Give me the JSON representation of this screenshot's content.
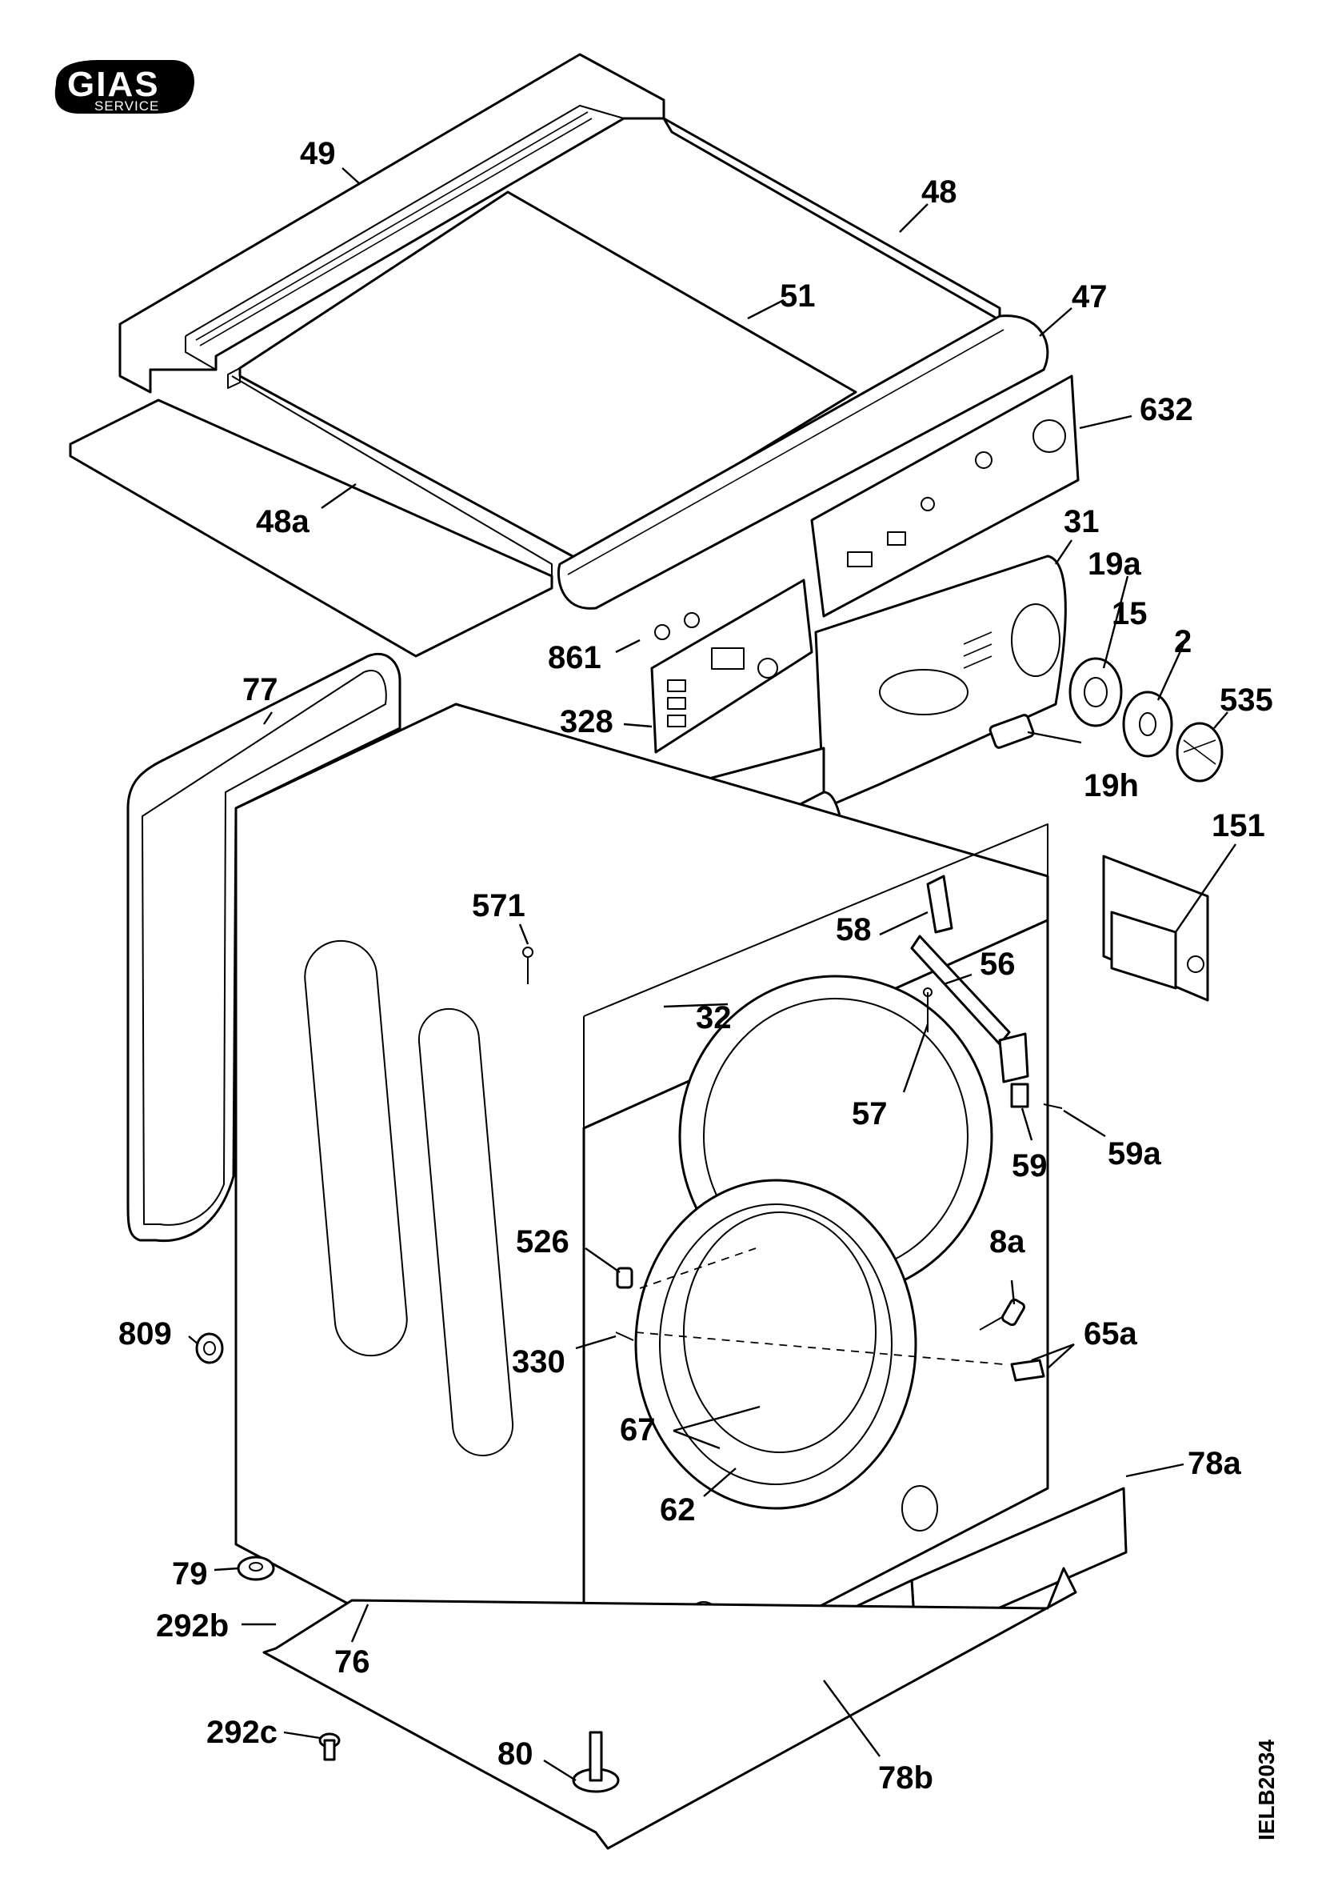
{
  "logo": {
    "brand": "GIAS",
    "sub": "SERVICE"
  },
  "document_code": "IELB2034",
  "callouts": [
    {
      "id": "49",
      "label": "49"
    },
    {
      "id": "48",
      "label": "48"
    },
    {
      "id": "51",
      "label": "51"
    },
    {
      "id": "47",
      "label": "47"
    },
    {
      "id": "632",
      "label": "632"
    },
    {
      "id": "48a",
      "label": "48a"
    },
    {
      "id": "31",
      "label": "31"
    },
    {
      "id": "19a",
      "label": "19a"
    },
    {
      "id": "15",
      "label": "15"
    },
    {
      "id": "2",
      "label": "2"
    },
    {
      "id": "535",
      "label": "535"
    },
    {
      "id": "861",
      "label": "861"
    },
    {
      "id": "77",
      "label": "77"
    },
    {
      "id": "328",
      "label": "328"
    },
    {
      "id": "19h",
      "label": "19h"
    },
    {
      "id": "151",
      "label": "151"
    },
    {
      "id": "571",
      "label": "571"
    },
    {
      "id": "58",
      "label": "58"
    },
    {
      "id": "56",
      "label": "56"
    },
    {
      "id": "32",
      "label": "32"
    },
    {
      "id": "57",
      "label": "57"
    },
    {
      "id": "59a",
      "label": "59a"
    },
    {
      "id": "59",
      "label": "59"
    },
    {
      "id": "526",
      "label": "526"
    },
    {
      "id": "8a",
      "label": "8a"
    },
    {
      "id": "809",
      "label": "809"
    },
    {
      "id": "330",
      "label": "330"
    },
    {
      "id": "65a",
      "label": "65a"
    },
    {
      "id": "67",
      "label": "67"
    },
    {
      "id": "78a",
      "label": "78a"
    },
    {
      "id": "62",
      "label": "62"
    },
    {
      "id": "79",
      "label": "79"
    },
    {
      "id": "292b",
      "label": "292b"
    },
    {
      "id": "76",
      "label": "76"
    },
    {
      "id": "292c",
      "label": "292c"
    },
    {
      "id": "80",
      "label": "80"
    },
    {
      "id": "78b",
      "label": "78b"
    }
  ]
}
